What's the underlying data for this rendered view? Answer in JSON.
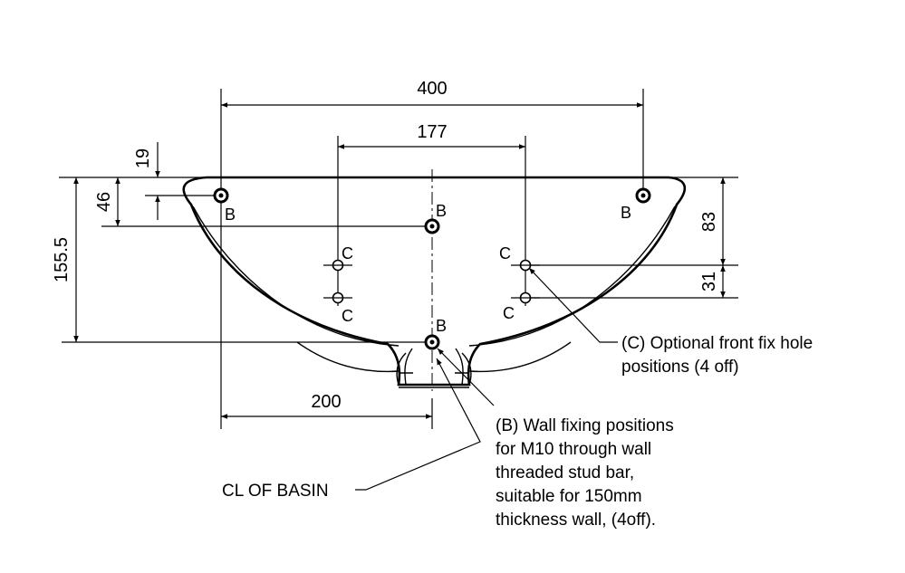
{
  "dimensions": {
    "overall_width": "400",
    "c_spacing": "177",
    "half_width": "200",
    "top_offset": "19",
    "b_center_height": "46",
    "overall_height": "155.5",
    "c_upper_height": "83",
    "c_spacing_vertical": "31"
  },
  "labels": {
    "b": "B",
    "c": "C"
  },
  "callouts": {
    "c_note": [
      "(C) Optional front fix hole",
      "positions (4 off)"
    ],
    "b_note": [
      "(B) Wall fixing positions",
      "for M10 through wall",
      "threaded stud bar,",
      "suitable for 150mm",
      "thickness wall, (4off)."
    ],
    "cl_note": "CL OF BASIN"
  }
}
